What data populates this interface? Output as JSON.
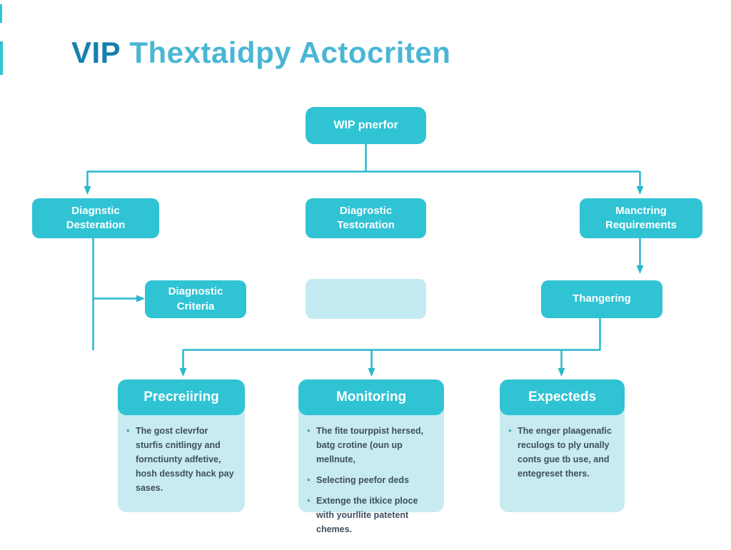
{
  "header": {
    "title_bold": "VIP",
    "title_rest": "Thextaidpy Actocriten"
  },
  "colors": {
    "node_teal": "#2fc3d4",
    "light_cyan": "#c7ebf1",
    "connector": "#29b7cd",
    "title_bold": "#1580ae",
    "title_rest": "#4ab6d4",
    "body_text": "#3e4f60"
  },
  "nodes": {
    "root": {
      "label": "WIP pnerfor"
    },
    "level2": [
      {
        "label": "Diagnstic\nDesteration"
      },
      {
        "label": "Diagrostic\nTestoration"
      },
      {
        "label": "Manctring\nRequirements"
      }
    ],
    "level3": {
      "criteria": {
        "label": "Diagnostic\nCriteria"
      },
      "empty": {
        "label": ""
      },
      "thangering": {
        "label": "Thangering"
      }
    }
  },
  "cards": [
    {
      "title": "Precreiiring",
      "bullets": [
        "The gost clevrfor sturfis cnitlingy and fornctiunty adfetive, hosh dessdty hack pay sases."
      ]
    },
    {
      "title": "Monitoring",
      "bullets": [
        "The fite tourppist hersed, batg crotine (oun up mellnute,",
        "Selecting peefor deds",
        "Extenge the itkice ploce with yourllite patetent chemes."
      ]
    },
    {
      "title": "Expecteds",
      "bullets": [
        "The enger plaagenafic reculogs to ply unally conts gue tb use, and entegreset thers."
      ]
    }
  ]
}
